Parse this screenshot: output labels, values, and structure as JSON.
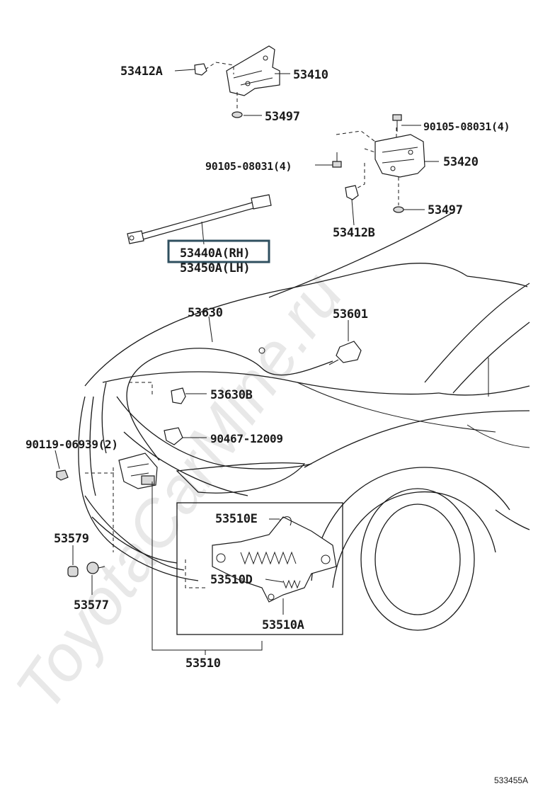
{
  "watermark": "ToyotaCarMine.ru",
  "figure_ref": "533455A",
  "parts": {
    "p53412A": "53412A",
    "p53410": "53410",
    "p53497_top": "53497",
    "p90105_left": "90105-08031(4)",
    "p90105_right": "90105-08031(4)",
    "p53420": "53420",
    "p53497_right": "53497",
    "p53412B": "53412B",
    "p53440A": "53440A(RH)",
    "p53450A": "53450A(LH)",
    "p53630": "53630",
    "p53601": "53601",
    "p53630B": "53630B",
    "p90467": "90467-12009",
    "p90119": "90119-06939(2)",
    "p53510E": "53510E",
    "p53579": "53579",
    "p53510D": "53510D",
    "p53577": "53577",
    "p53510A": "53510A",
    "p53510": "53510"
  },
  "highlight_color": "#2f4f5f"
}
